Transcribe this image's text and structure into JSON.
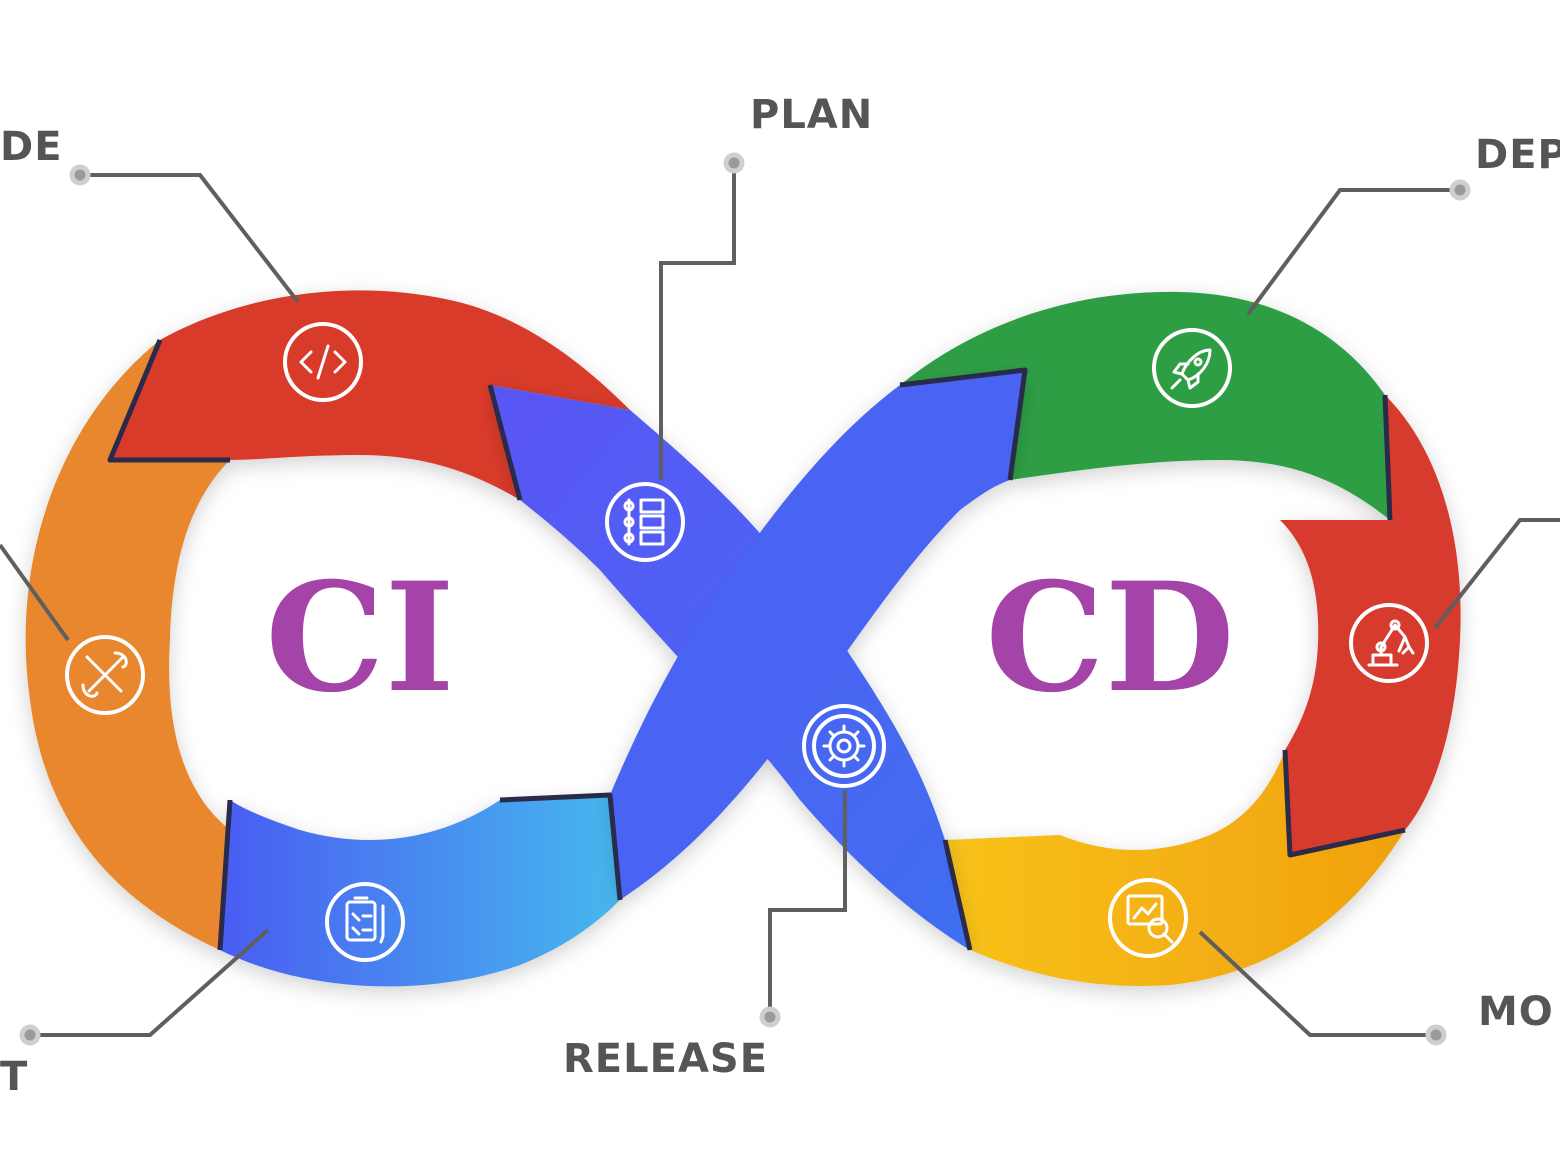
{
  "labels": {
    "code": "DE",
    "plan": "PLAN",
    "deploy": "DEP",
    "test": "T",
    "release": "RELEASE",
    "monitor": "MO"
  },
  "center": {
    "ci": "CI",
    "cd": "CD"
  },
  "colors": {
    "red": "#d93a2c",
    "orange": "#e8872e",
    "blue_left": "#3f6ff0",
    "cross_blue": "#4a63f2",
    "green": "#2f9e44",
    "red_right": "#d63a2e",
    "yellow": "#f2a814",
    "ci_cd_text": "#a443a8",
    "label_text": "#555555"
  },
  "icons": [
    "code-icon",
    "tools-icon",
    "clipboard-icon",
    "plan-list-icon",
    "gear-icon",
    "rocket-icon",
    "robot-arm-icon",
    "monitor-search-icon"
  ]
}
